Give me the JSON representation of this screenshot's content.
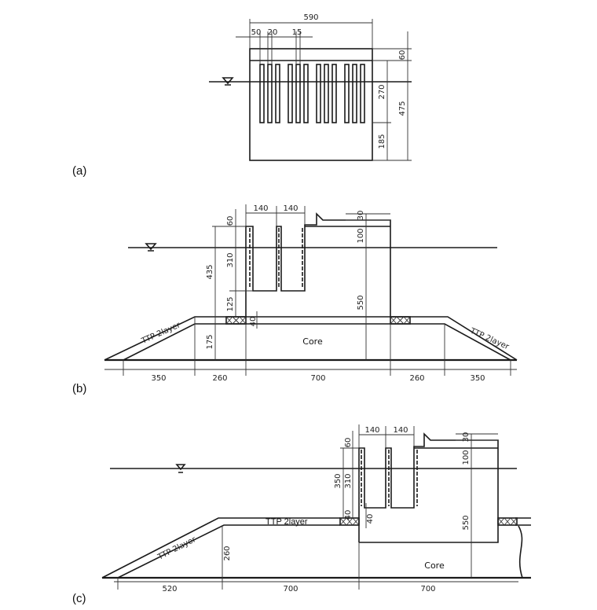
{
  "panel_a": {
    "label": "(a)",
    "dims": {
      "total_width": "590",
      "edge": "50",
      "gap": "20",
      "slit": "15",
      "top_slab": "60",
      "slit_height": "270",
      "lower_wall": "185",
      "total_height": "475"
    }
  },
  "panel_b": {
    "label": "(b)",
    "core": "Core",
    "ttp": "TTP 2layer",
    "dims": {
      "chamber1": "140",
      "chamber2": "140",
      "top": "60",
      "slit": "310",
      "lower": "125",
      "depth": "435",
      "mound": "175",
      "offset": "40",
      "parapet": "30",
      "deck": "100",
      "height": "550",
      "toe_left": "350",
      "berm_left": "260",
      "width": "700",
      "berm_right": "260",
      "toe_right": "350"
    }
  },
  "panel_c": {
    "label": "(c)",
    "core": "Core",
    "ttp_top": "TTP 2layer",
    "ttp_slope": "TTP 2layer",
    "dims": {
      "chamber1": "140",
      "chamber2": "140",
      "top": "60",
      "slit": "310",
      "depth": "350",
      "lower": "40",
      "offset": "40",
      "mound": "260",
      "parapet": "30",
      "deck": "100",
      "height": "550",
      "slope_base": "520",
      "berm": "700",
      "width": "700"
    }
  }
}
